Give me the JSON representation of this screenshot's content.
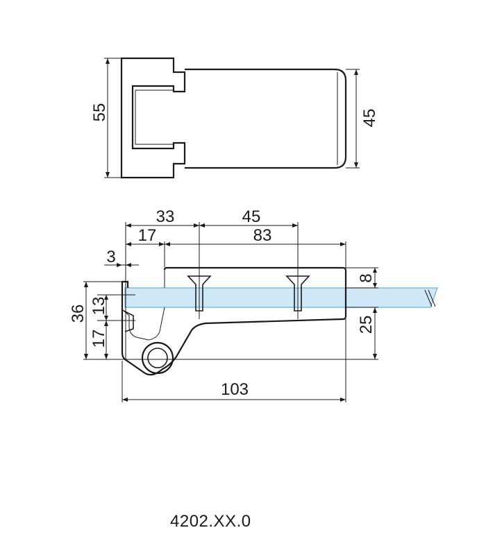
{
  "dimensions": {
    "top_view": {
      "height_left": "55",
      "height_right": "45"
    },
    "side_view": {
      "d33": "33",
      "d45": "45",
      "d17_top": "17",
      "d83": "83",
      "d3": "3",
      "d8": "8",
      "d36": "36",
      "d13": "13",
      "d17_side": "17",
      "d25": "25",
      "d103": "103"
    }
  },
  "product_code": "4202.XX.0",
  "colors": {
    "line": "#1a1a1a",
    "glass_fill": "#cfe8f7",
    "glass_edge": "#6ab0d8"
  }
}
